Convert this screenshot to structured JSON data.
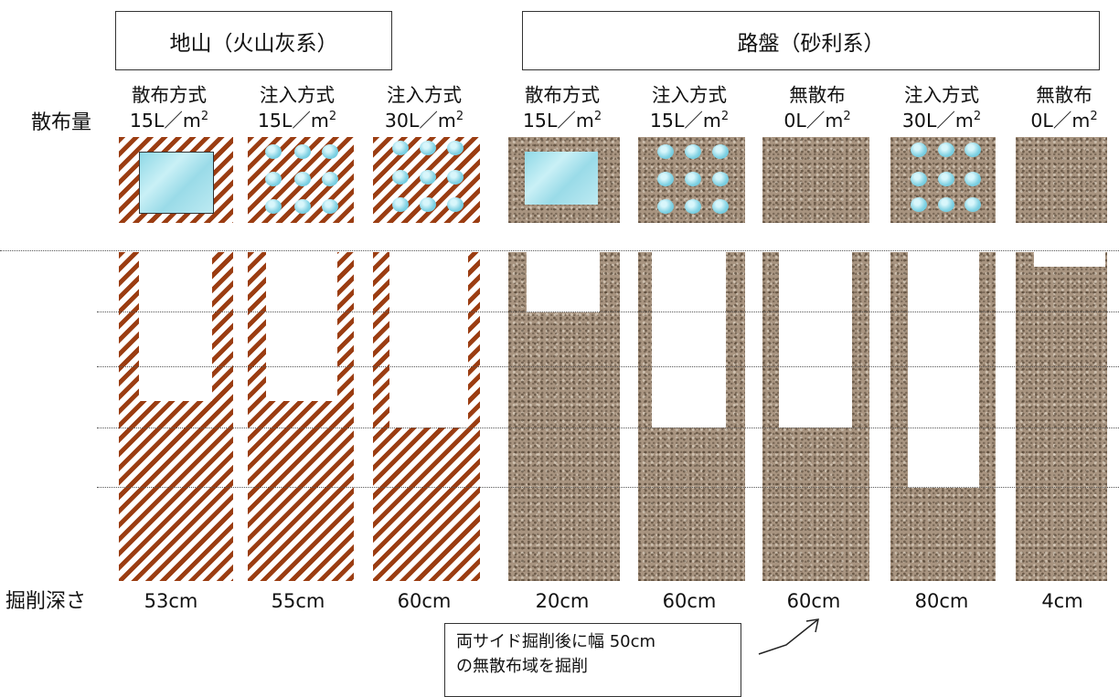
{
  "headers": {
    "left_group": "地山（火山灰系）",
    "right_group": "路盤（砂利系）"
  },
  "row_labels": {
    "amount": "散布量",
    "depth": "掘削深さ"
  },
  "columns": [
    {
      "method": "散布方式",
      "amount": "15L／m",
      "exp": "2",
      "depth": "53cm",
      "material": "stripe",
      "application": "spread",
      "depth_value_cm": 53
    },
    {
      "method": "注入方式",
      "amount": "15L／m",
      "exp": "2",
      "depth": "55cm",
      "material": "stripe",
      "application": "inject",
      "depth_value_cm": 55
    },
    {
      "method": "注入方式",
      "amount": "30L／m",
      "exp": "2",
      "depth": "60cm",
      "material": "stripe",
      "application": "inject",
      "depth_value_cm": 60
    },
    {
      "method": "散布方式",
      "amount": "15L／m",
      "exp": "2",
      "depth": "20cm",
      "material": "gravel",
      "application": "spread",
      "depth_value_cm": 20
    },
    {
      "method": "注入方式",
      "amount": "15L／m",
      "exp": "2",
      "depth": "60cm",
      "material": "gravel",
      "application": "inject",
      "depth_value_cm": 60
    },
    {
      "method": "無散布",
      "amount": "0L／m",
      "exp": "2",
      "depth": "60cm",
      "material": "gravel",
      "application": "none",
      "depth_value_cm": 60
    },
    {
      "method": "注入方式",
      "amount": "30L／m",
      "exp": "2",
      "depth": "80cm",
      "material": "gravel",
      "application": "inject",
      "depth_value_cm": 80
    },
    {
      "method": "無散布",
      "amount": "0L／m",
      "exp": "2",
      "depth": "4cm",
      "material": "gravel",
      "application": "none",
      "depth_value_cm": 4
    }
  ],
  "note": {
    "line1": "両サイド掘削後に幅 50cm",
    "line2": "の無散布域を掘削"
  },
  "colors": {
    "stripe": "#9b3d12",
    "gravel": "#a89480",
    "water": "#8fd8e6"
  },
  "icons": {
    "drop": "water-drop-icon"
  }
}
